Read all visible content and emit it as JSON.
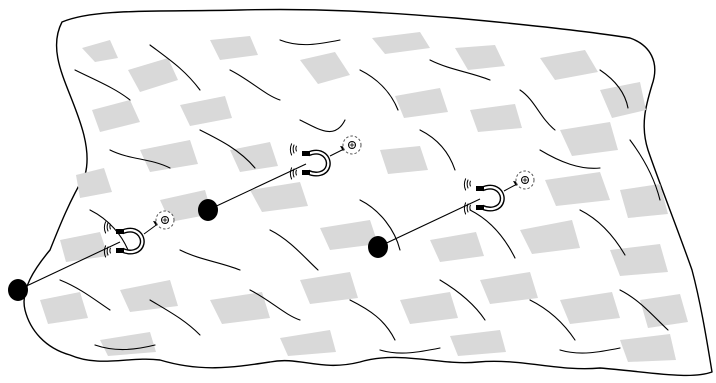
{
  "figure": {
    "background_color": "#ffffff",
    "sheet_fill": "#ffffff",
    "shade_color": "#d9d9d9",
    "ink_color": "#000000"
  },
  "magnet_assemblies": [
    {
      "id": "left",
      "icon": "horseshoe-magnet-icon",
      "target_icon": "target-marker-icon",
      "handle_icon": "black-dot-handle-icon"
    },
    {
      "id": "middle",
      "icon": "horseshoe-magnet-icon",
      "target_icon": "target-marker-icon",
      "handle_icon": "black-dot-handle-icon"
    },
    {
      "id": "right",
      "icon": "horseshoe-magnet-icon",
      "target_icon": "target-marker-icon",
      "handle_icon": "black-dot-handle-icon"
    }
  ]
}
